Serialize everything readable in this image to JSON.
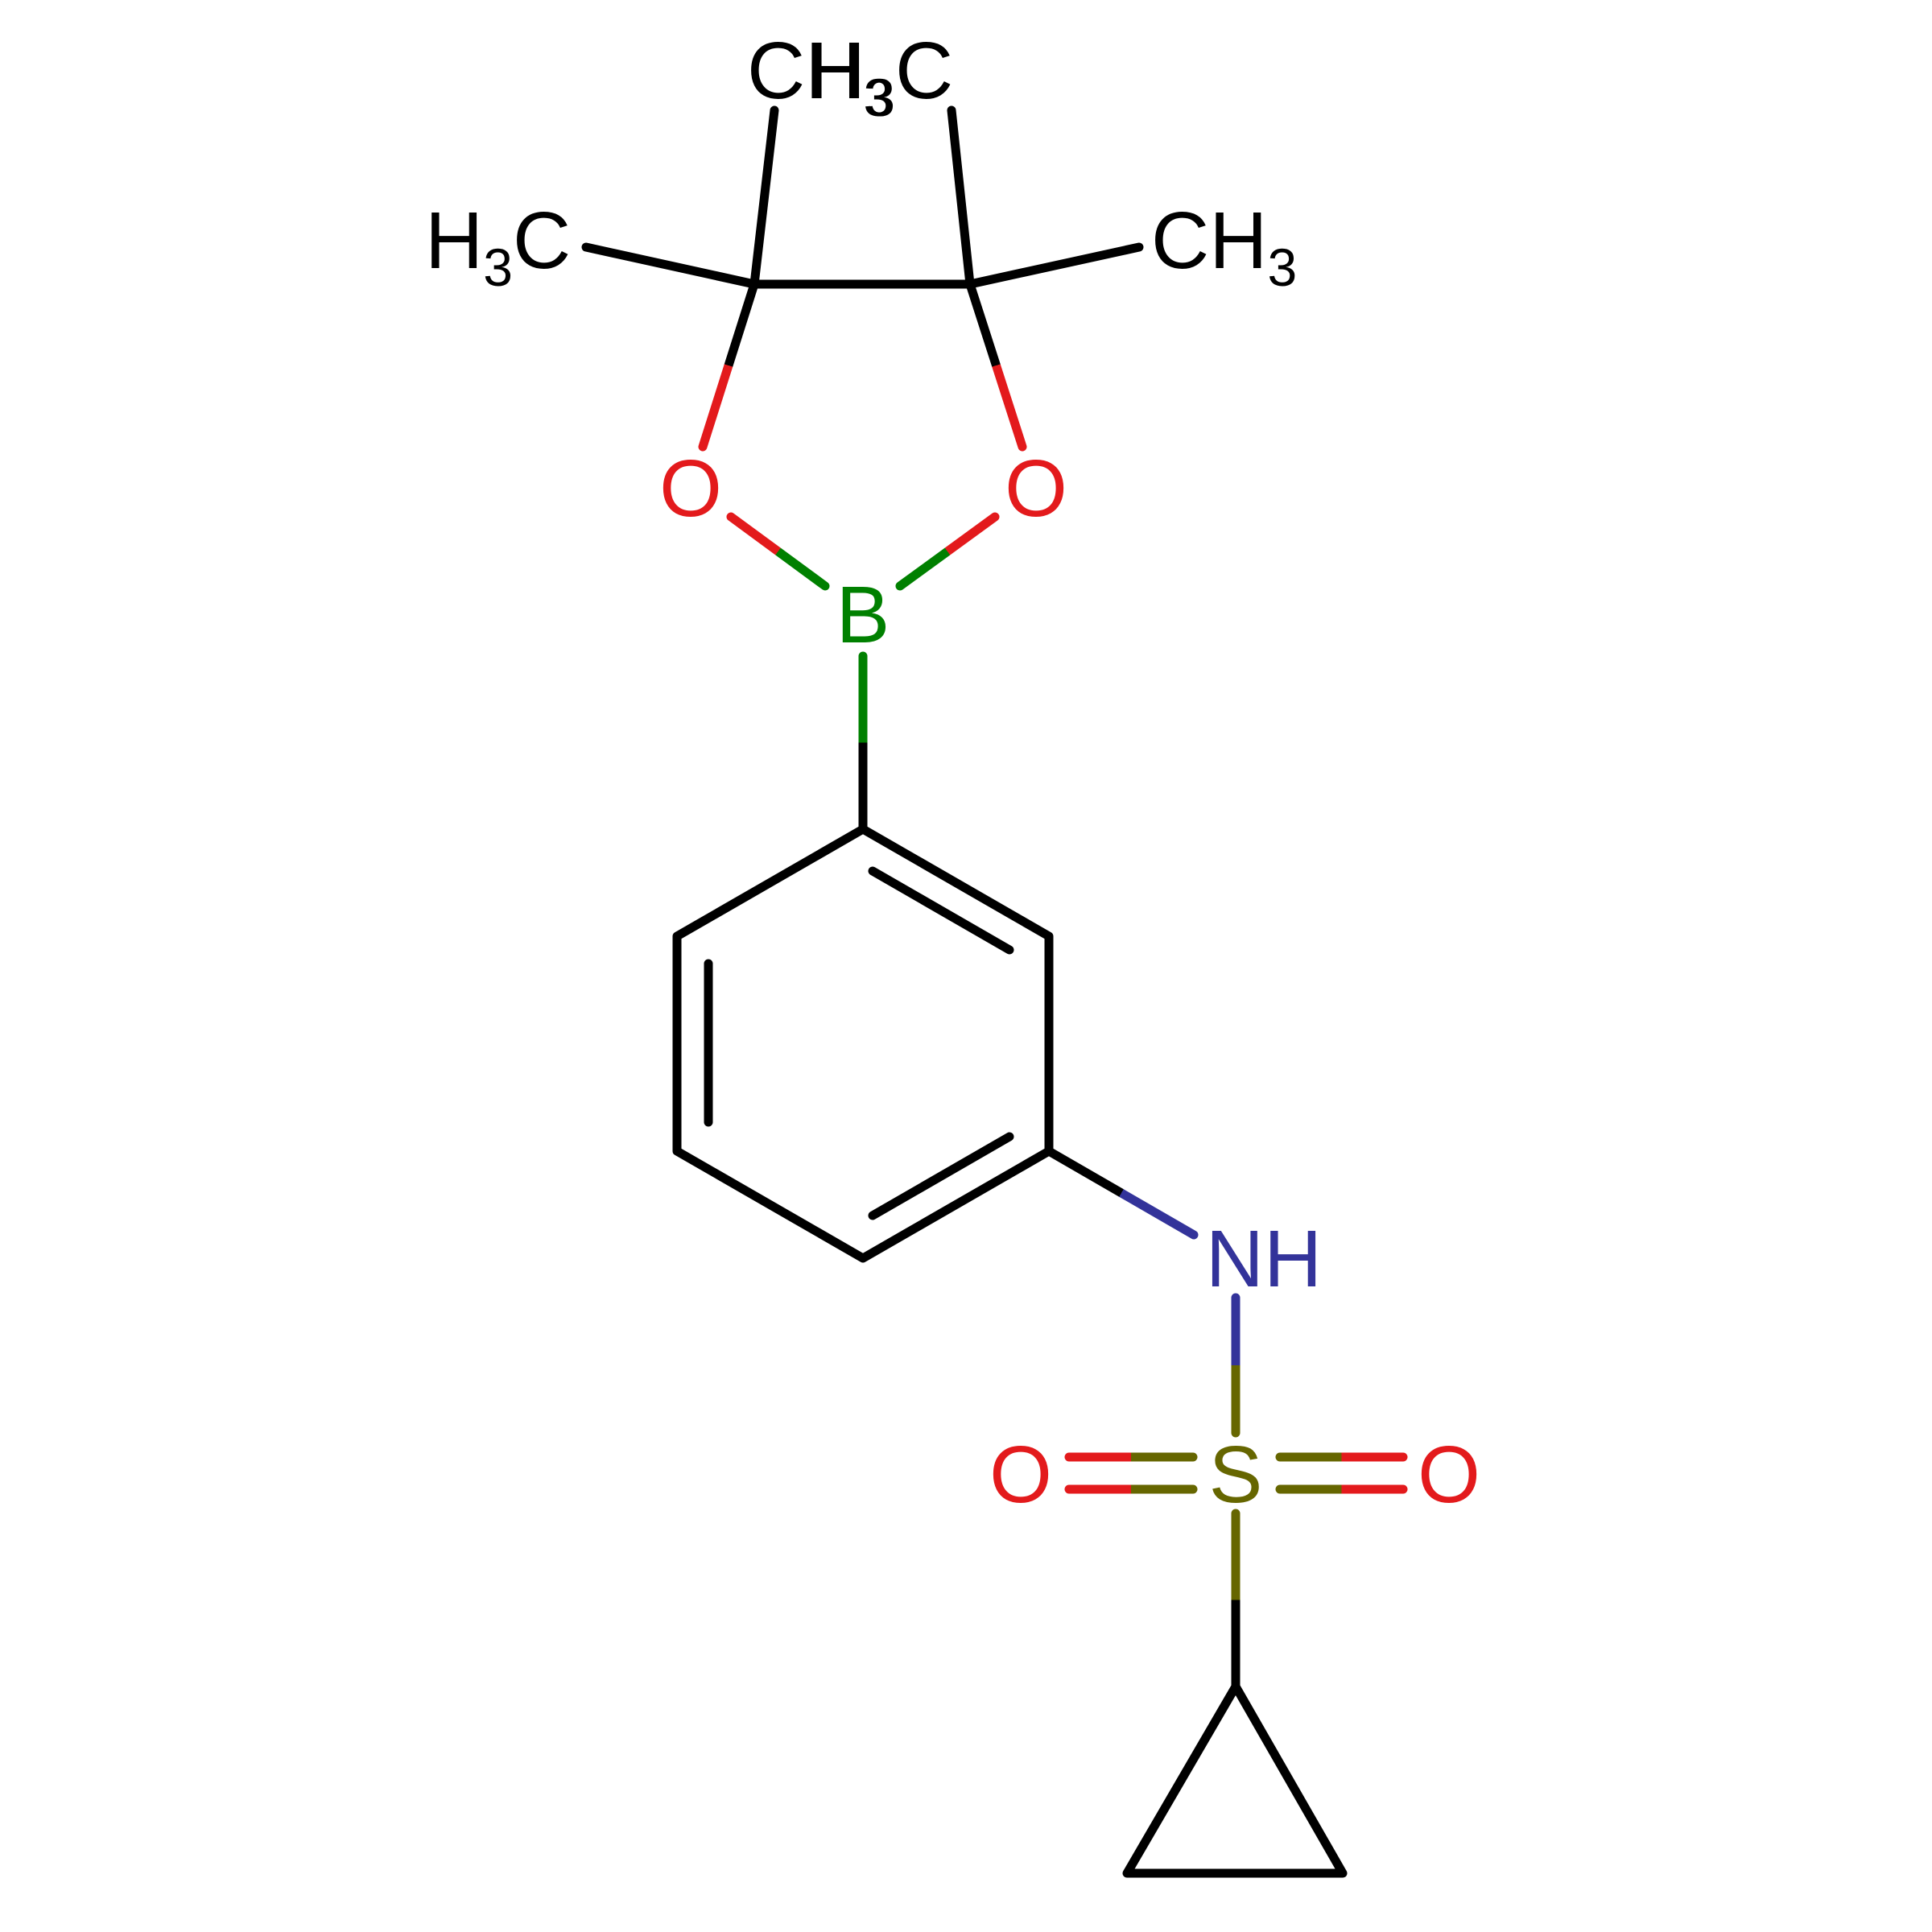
{
  "diagram": {
    "type": "chemical-structure",
    "colors": {
      "carbon": "#000000",
      "oxygen": "#E31A1C",
      "boron": "#008000",
      "nitrogen": "#33339A",
      "sulfur": "#666600",
      "background": "#FFFFFF"
    },
    "atoms": {
      "me_left": {
        "main": "H",
        "sub": "3",
        "tail": "C"
      },
      "me_right": {
        "main": "CH",
        "sub": "3"
      },
      "me_top_left": {
        "main": "CH",
        "sub": "3"
      },
      "me_top_right": {
        "main": "H",
        "sub": "3",
        "tail": "C"
      },
      "o_ring_left": {
        "label": "O"
      },
      "o_ring_right": {
        "label": "O"
      },
      "boron": {
        "label": "B"
      },
      "nh": {
        "label": "NH"
      },
      "sulfur": {
        "label": "S"
      },
      "o_sulfonyl_left": {
        "label": "O"
      },
      "o_sulfonyl_right": {
        "label": "O"
      }
    },
    "groups": [
      "pinacol boronate ester (4,4,5,5-tetramethyl-1,3,2-dioxaborolane)",
      "1,3-disubstituted benzene ring",
      "sulfonamide NH-SO2",
      "cyclopropyl"
    ]
  }
}
